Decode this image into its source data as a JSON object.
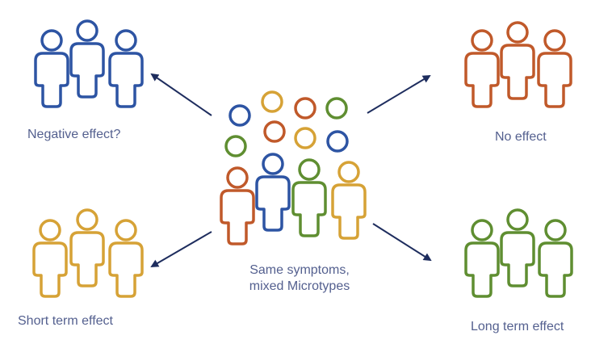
{
  "colors": {
    "blue": "#2d54a3",
    "orange": "#c0592a",
    "gold": "#d6a236",
    "green": "#5f8e31",
    "arrow": "#1e2d5e",
    "text": "#54608f"
  },
  "center": {
    "label_line1": "Same symptoms,",
    "label_line2": "mixed Microtypes"
  },
  "groups": {
    "top_left": {
      "label": "Negative effect?",
      "color_key": "blue"
    },
    "top_right": {
      "label": "No effect",
      "color_key": "orange"
    },
    "bottom_left": {
      "label": "Short term effect",
      "color_key": "gold"
    },
    "bottom_right": {
      "label": "Long term effect",
      "color_key": "green"
    }
  }
}
